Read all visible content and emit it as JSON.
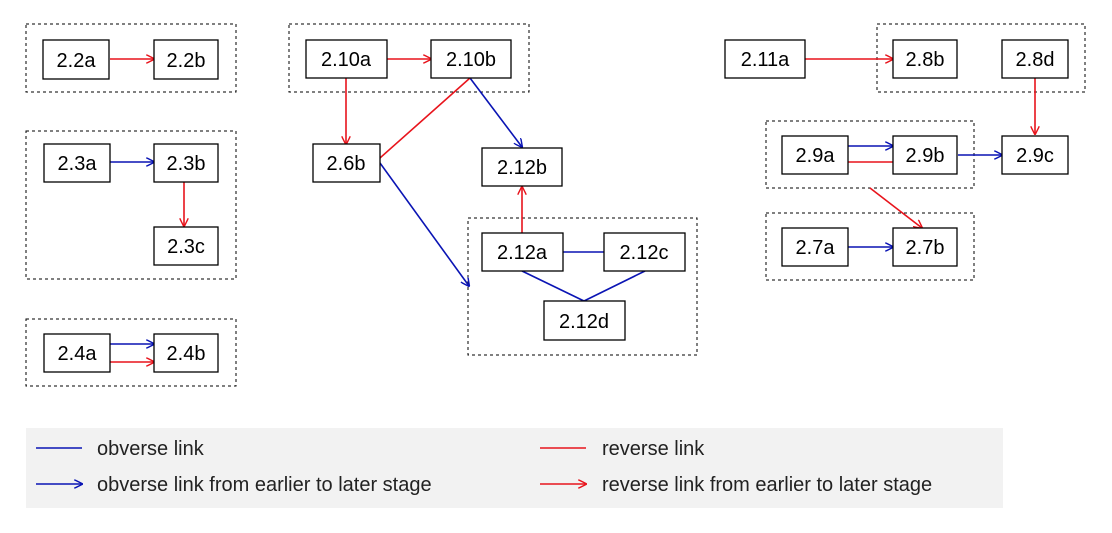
{
  "colors": {
    "obverse": "#0a14b4",
    "reverse": "#e8141c",
    "legend_bg": "#f2f2f2"
  },
  "nodes": {
    "n2_2a": "2.2a",
    "n2_2b": "2.2b",
    "n2_3a": "2.3a",
    "n2_3b": "2.3b",
    "n2_3c": "2.3c",
    "n2_4a": "2.4a",
    "n2_4b": "2.4b",
    "n2_10a": "2.10a",
    "n2_10b": "2.10b",
    "n2_6b": "2.6b",
    "n2_12b": "2.12b",
    "n2_12a": "2.12a",
    "n2_12c": "2.12c",
    "n2_12d": "2.12d",
    "n2_11a": "2.11a",
    "n2_8b": "2.8b",
    "n2_8d": "2.8d",
    "n2_9a": "2.9a",
    "n2_9b": "2.9b",
    "n2_9c": "2.9c",
    "n2_7a": "2.7a",
    "n2_7b": "2.7b"
  },
  "links": [
    {
      "from": "2.2a",
      "to": "2.2b",
      "kind": "reverse",
      "arrow": true
    },
    {
      "from": "2.3a",
      "to": "2.3b",
      "kind": "obverse",
      "arrow": true
    },
    {
      "from": "2.3b",
      "to": "2.3c",
      "kind": "reverse",
      "arrow": true
    },
    {
      "from": "2.4a",
      "to": "2.4b",
      "kind": "obverse",
      "arrow": true
    },
    {
      "from": "2.4a",
      "to": "2.4b",
      "kind": "reverse",
      "arrow": true
    },
    {
      "from": "2.10a",
      "to": "2.10b",
      "kind": "reverse",
      "arrow": true
    },
    {
      "from": "2.10a",
      "to": "2.6b",
      "kind": "reverse",
      "arrow": true
    },
    {
      "from": "2.6b",
      "to": "2.10b",
      "kind": "reverse",
      "arrow": false
    },
    {
      "from": "2.10b",
      "to": "2.12b",
      "kind": "obverse",
      "arrow": true
    },
    {
      "from": "2.6b",
      "to": "2.12 group",
      "kind": "obverse",
      "arrow": true
    },
    {
      "from": "2.12a",
      "to": "2.12b",
      "kind": "reverse",
      "arrow": true
    },
    {
      "from": "2.12a",
      "to": "2.12c",
      "kind": "obverse",
      "arrow": false
    },
    {
      "from": "2.12a",
      "to": "2.12d",
      "kind": "obverse",
      "arrow": false
    },
    {
      "from": "2.12c",
      "to": "2.12d",
      "kind": "obverse",
      "arrow": false
    },
    {
      "from": "2.11a",
      "to": "2.8b",
      "kind": "reverse",
      "arrow": true
    },
    {
      "from": "2.8d",
      "to": "2.9c",
      "kind": "reverse",
      "arrow": true
    },
    {
      "from": "2.9a",
      "to": "2.9b",
      "kind": "obverse",
      "arrow": true
    },
    {
      "from": "2.9a",
      "to": "2.9b",
      "kind": "reverse",
      "arrow": false
    },
    {
      "from": "2.9b",
      "to": "2.9c",
      "kind": "obverse",
      "arrow": true
    },
    {
      "from": "2.9 group",
      "to": "2.7b",
      "kind": "reverse",
      "arrow": true
    },
    {
      "from": "2.7a",
      "to": "2.7b",
      "kind": "obverse",
      "arrow": true
    }
  ],
  "legend": {
    "obverse_link": "obverse link",
    "obverse_arrow": "obverse link from earlier to later stage",
    "reverse_link": "reverse link",
    "reverse_arrow": "reverse link from earlier to later stage"
  }
}
